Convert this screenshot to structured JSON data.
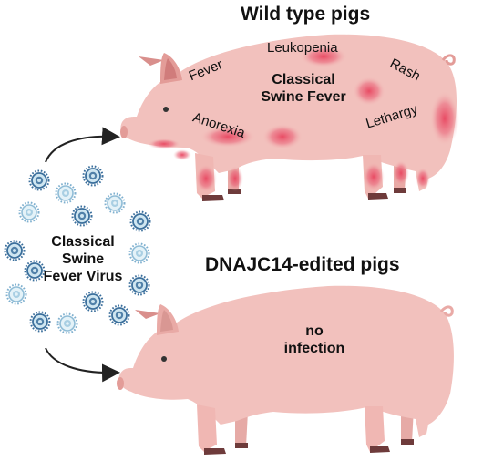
{
  "top_panel": {
    "title": "Wild type pigs",
    "disease": [
      "Classical",
      "Swine Fever"
    ],
    "symptoms": {
      "fever": "Fever",
      "leukopenia": "Leukopenia",
      "rash": "Rash",
      "anorexia": "Anorexia",
      "lethargy": "Lethargy"
    }
  },
  "bottom_panel": {
    "title": "DNAJC14-edited pigs",
    "outcome": [
      "no",
      "infection"
    ]
  },
  "virus_cluster": {
    "label": [
      "Classical",
      "Swine",
      "Fever Virus"
    ]
  },
  "colors": {
    "pig_body": "#f2c1bd",
    "pig_shade": "#e8a9a5",
    "lesion": "#e8455f",
    "virus_dark": "#3b6f9c",
    "virus_light": "#a9cfe3",
    "arrow": "#222222"
  }
}
